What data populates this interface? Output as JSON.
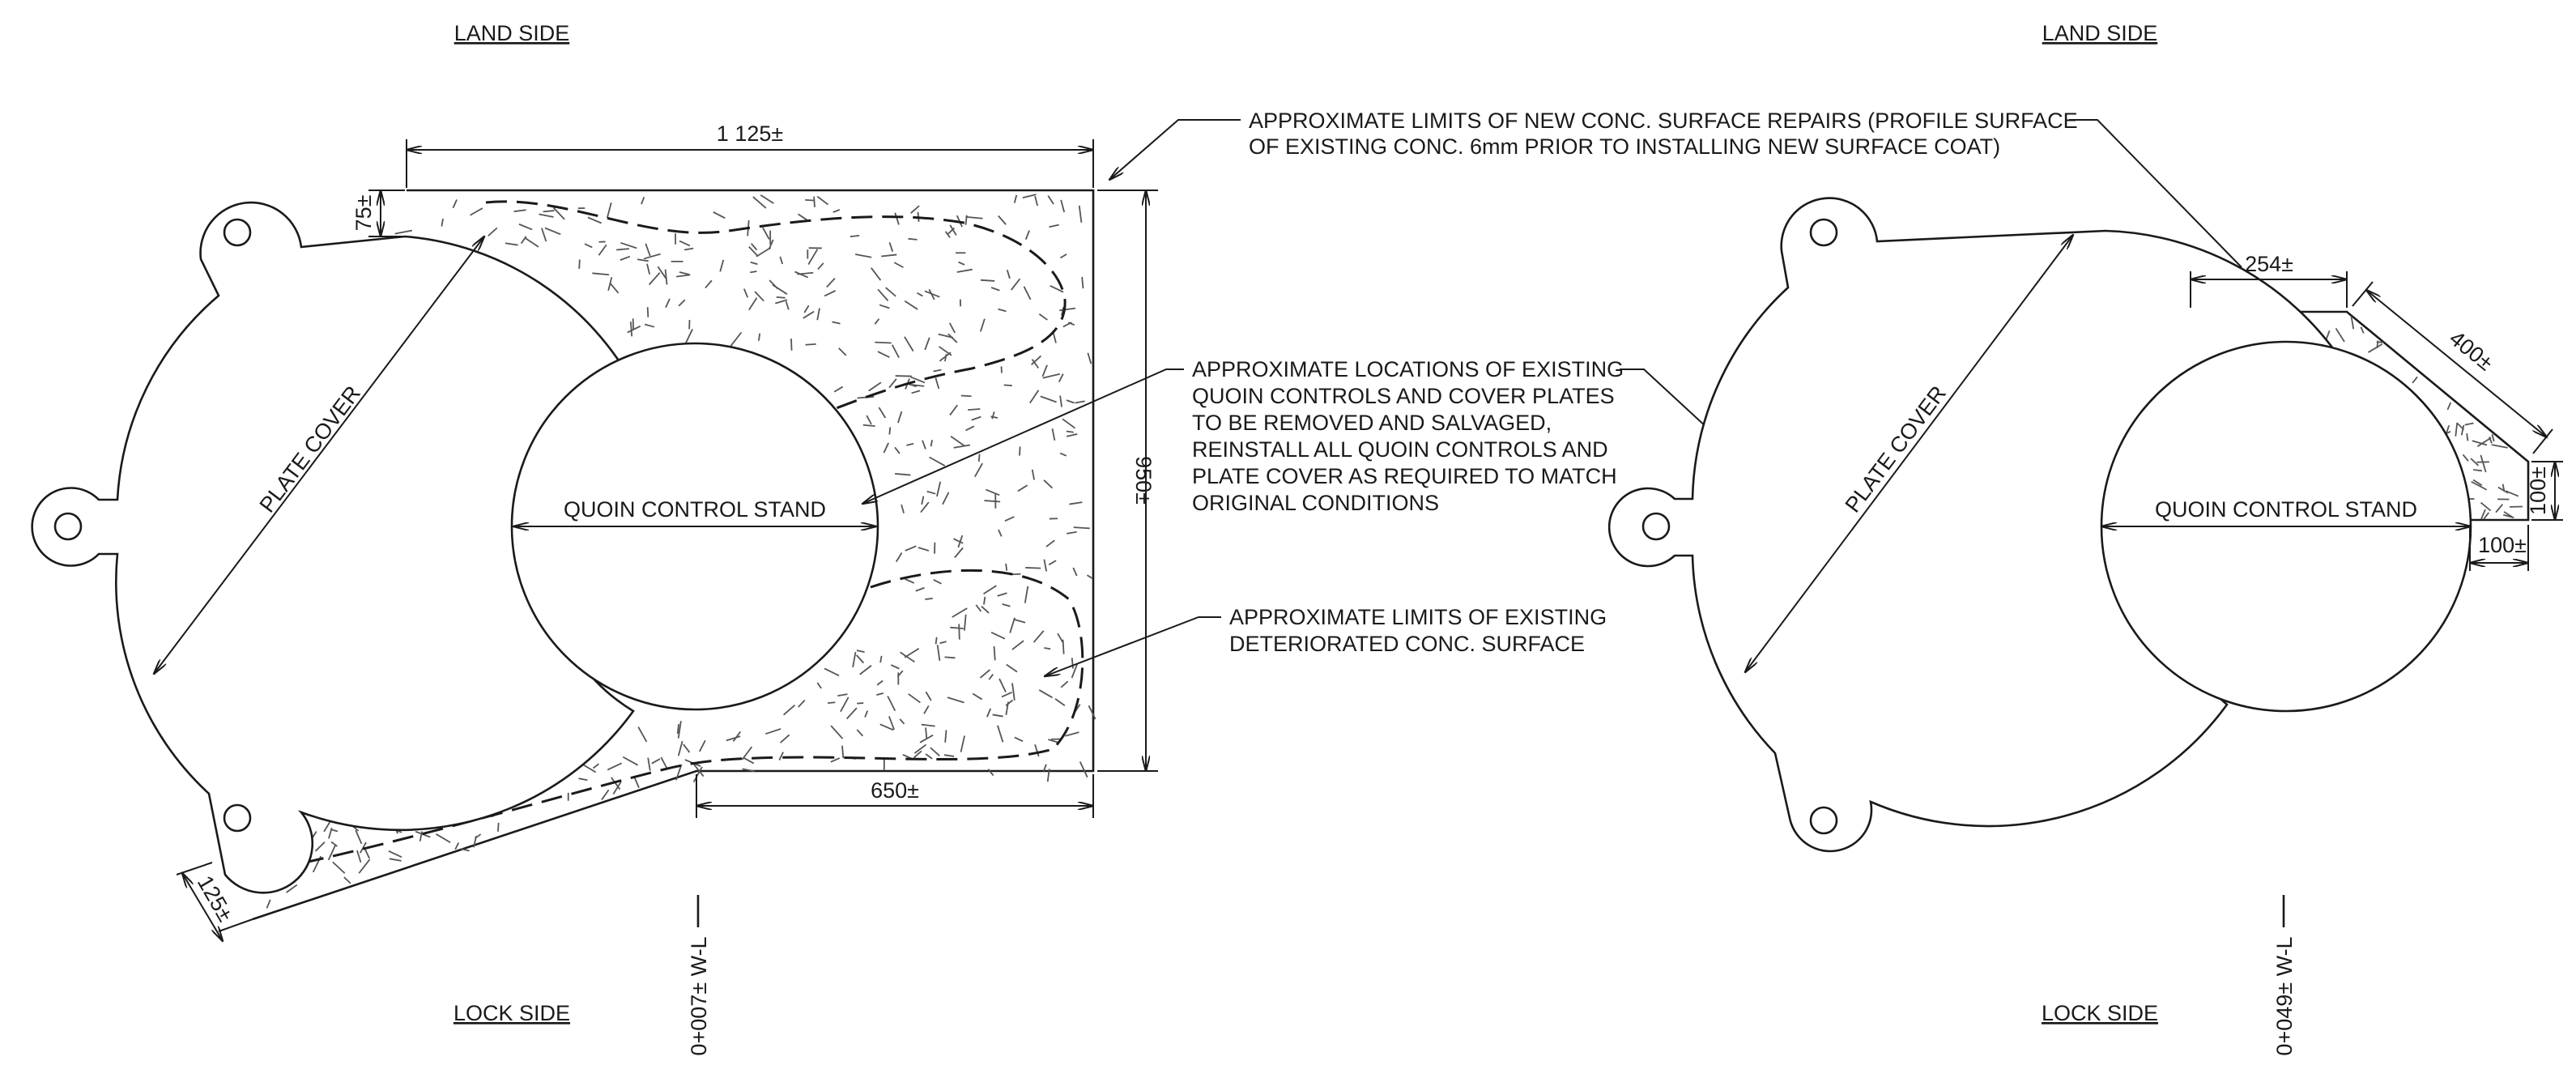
{
  "left_detail": {
    "land_side": "LAND SIDE",
    "lock_side": "LOCK SIDE",
    "plate_cover": "PLATE COVER",
    "quoin_control_stand": "QUOIN CONTROL STAND",
    "dim_width": "1 125±",
    "dim_height": "950±",
    "dim_top_offset": "75±",
    "dim_bottom": "650±",
    "dim_corner": "125±",
    "station": "0+007± W-L"
  },
  "right_detail": {
    "land_side": "LAND SIDE",
    "lock_side": "LOCK SIDE",
    "plate_cover": "PLATE COVER",
    "quoin_control_stand": "QUOIN CONTROL STAND",
    "dim_top": "254±",
    "dim_diag": "400±",
    "dim_side": "100±",
    "dim_bottom": "100±",
    "station": "0+049± W-L"
  },
  "notes": {
    "new_repairs_line1": "APPROXIMATE LIMITS OF NEW CONC. SURFACE REPAIRS (PROFILE SURFACE",
    "new_repairs_line2": "OF EXISTING CONC. 6mm PRIOR TO INSTALLING NEW SURFACE COAT)",
    "quoin_line1": "APPROXIMATE LOCATIONS OF EXISTING",
    "quoin_line2": "QUOIN CONTROLS AND COVER PLATES",
    "quoin_line3": "TO BE REMOVED AND SALVAGED,",
    "quoin_line4": "REINSTALL ALL QUOIN CONTROLS AND",
    "quoin_line5": "PLATE COVER AS REQUIRED TO MATCH",
    "quoin_line6": "ORIGINAL CONDITIONS",
    "deteriorated_line1": "APPROXIMATE LIMITS OF EXISTING",
    "deteriorated_line2": "DETERIORATED CONC. SURFACE"
  }
}
